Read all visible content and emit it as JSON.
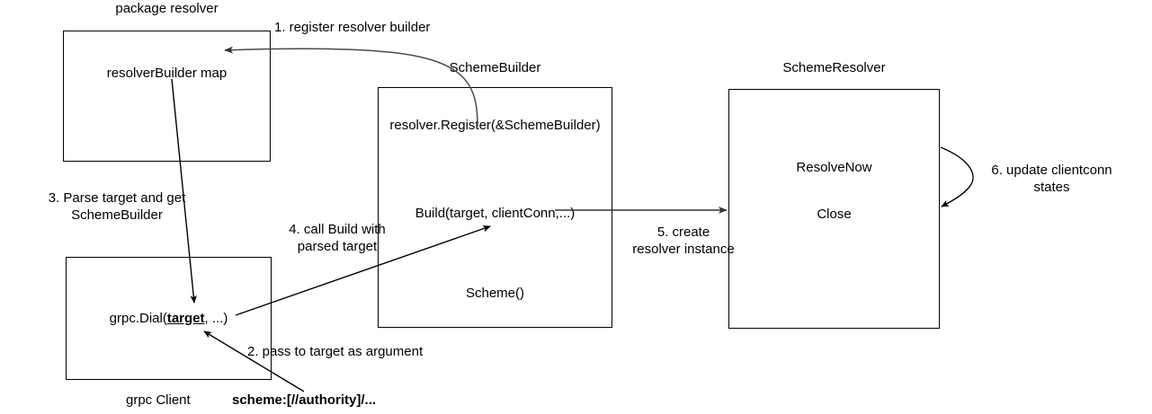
{
  "diagram": {
    "title_texts": {
      "package_resolver": "package resolver",
      "scheme_builder": "SchemeBuilder",
      "scheme_resolver": "SchemeResolver"
    },
    "boxes": [
      {
        "id": "resolver-builder-map",
        "title": "package resolver",
        "content": "resolverBuilder map"
      },
      {
        "id": "scheme-builder",
        "title": "SchemeBuilder",
        "content_1": "resolver.Register(&SchemeBuilder)",
        "content_2": "Build(target, clientConn,...)",
        "content_3": "Scheme()"
      },
      {
        "id": "scheme-resolver",
        "title": "SchemeResolver",
        "content_1": "ResolveNow",
        "content_2": "Close"
      },
      {
        "id": "grpc-client",
        "title": "grpc Client",
        "content_prefix": "grpc.Dial(",
        "content_arg": "target",
        "content_suffix": ", ...)",
        "target_string": "scheme:[//authority]/..."
      }
    ],
    "steps": [
      {
        "num": "1",
        "label": "1. register resolver builder"
      },
      {
        "num": "2",
        "label": "2. pass to target as argument"
      },
      {
        "num": "3",
        "label": "3. Parse target and get\nSchemeBuilder"
      },
      {
        "num": "4",
        "label": "4. call Build with\nparsed target"
      },
      {
        "num": "5",
        "label": "5. create\nresolver instance"
      },
      {
        "num": "6",
        "label": "6. update clientconn\nstates"
      }
    ],
    "colors": {
      "stroke": "#000000",
      "background": "#ffffff",
      "text": "#000000"
    }
  }
}
